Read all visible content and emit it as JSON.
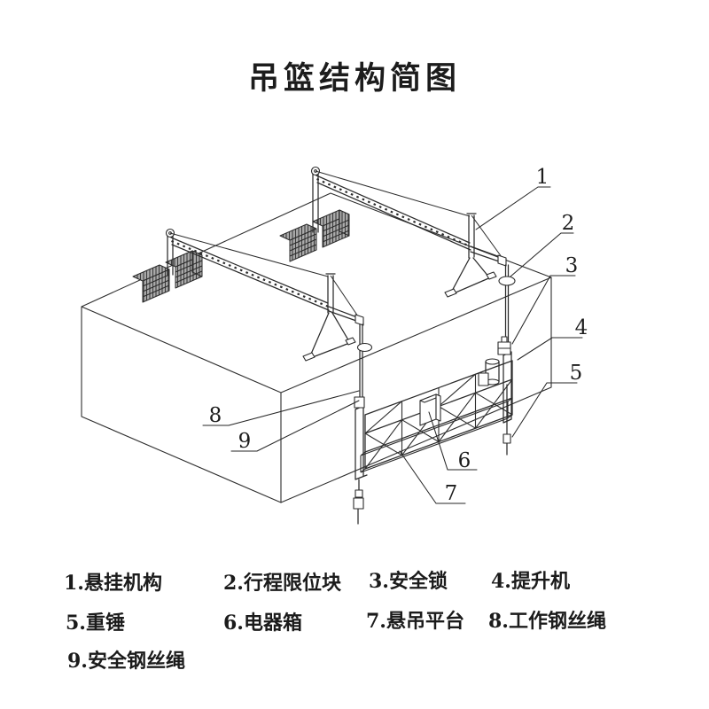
{
  "title": "吊篮结构简图",
  "callout_numbers": [
    "1",
    "2",
    "3",
    "4",
    "5",
    "6",
    "7",
    "8",
    "9"
  ],
  "legend_items": [
    {
      "num": "1",
      "name": "悬挂机构",
      "display": "1.悬挂机构"
    },
    {
      "num": "2",
      "name": "行程限位块",
      "display": "2.行程限位块"
    },
    {
      "num": "3",
      "name": "安全锁",
      "display": "3.安全锁"
    },
    {
      "num": "4",
      "name": "提升机",
      "display": "4.提升机"
    },
    {
      "num": "5",
      "name": "重锤",
      "display": "5.重锤"
    },
    {
      "num": "6",
      "name": "电器箱",
      "display": "6.电器箱"
    },
    {
      "num": "7",
      "name": "悬吊平台",
      "display": "7.悬吊平台"
    },
    {
      "num": "8",
      "name": "工作钢丝绳",
      "display": "8.工作钢丝绳"
    },
    {
      "num": "9",
      "name": "安全钢丝绳",
      "display": "9.安全钢丝绳"
    }
  ],
  "colors": {
    "ink": "#2b2b2b",
    "background": "#ffffff"
  }
}
